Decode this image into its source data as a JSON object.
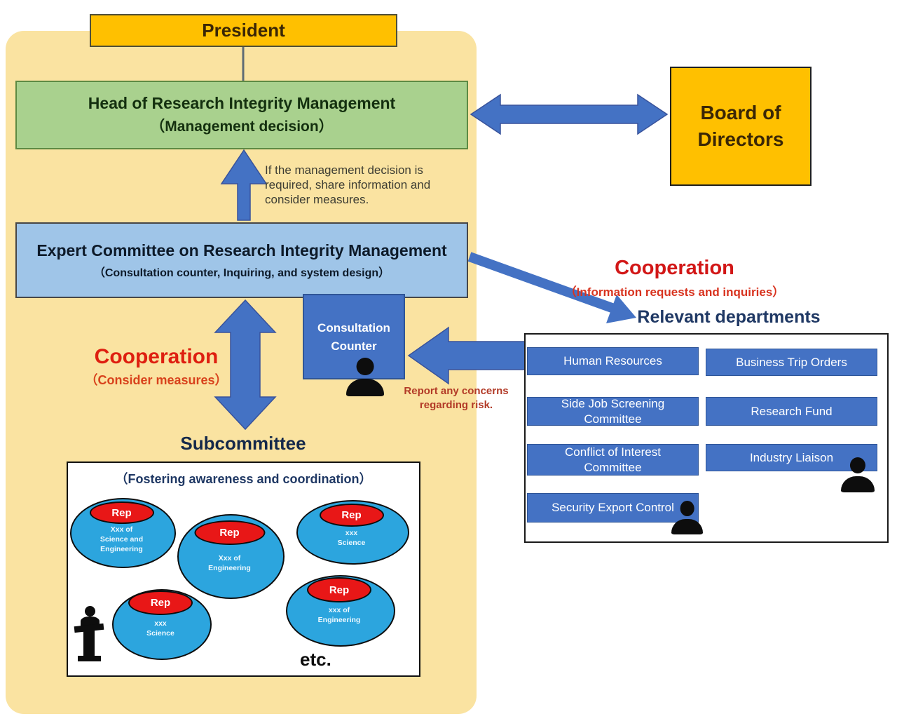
{
  "colors": {
    "panel_yellow": "#FAE3A1",
    "box_orange": "#FFC000",
    "box_green": "#A9D18E",
    "box_lightblue": "#9FC5E8",
    "accent_blue": "#4472C4",
    "oval_cyan": "#2CA5DE",
    "rep_red": "#E81717",
    "cooperation_red": "#D21717",
    "navy_text": "#1F3864"
  },
  "diagram": {
    "president_label": "President",
    "head_box": {
      "title": "Head of Research Integrity Management",
      "subtitle": "（Management decision）"
    },
    "board_label": "Board of Directors",
    "decision_note": "If the management decision is\nrequired, share information and\nconsider measures.",
    "expert_box": {
      "title": "Expert Committee on Research Integrity Management",
      "subtitle": "（Consultation counter, Inquiring, and system design）"
    },
    "consultation_counter_label": "Consultation\nCounter",
    "cooperation_left": {
      "title": "Cooperation",
      "subtitle": "（Consider measures）"
    },
    "cooperation_right": {
      "title": "Cooperation",
      "subtitle": "（Information requests and inquiries）"
    },
    "relevant_departments_label": "Relevant departments",
    "report_note": "Report any concerns\nregarding risk.",
    "departments": [
      "Human Resources",
      "Business Trip Orders",
      "Side Job Screening\nCommittee",
      "Research Fund",
      "Conflict of Interest\nCommittee",
      "Industry Liaison",
      "Security Export Control"
    ],
    "subcommittee": {
      "title": "Subcommittee",
      "subtitle": "（Fostering awareness and coordination）",
      "etc_label": "etc.",
      "groups": [
        {
          "badge": "Rep",
          "label": "Xxx of\nScience and\nEngineering"
        },
        {
          "badge": "Rep",
          "label": "Xxx of\nEngineering"
        },
        {
          "badge": "Rep",
          "label": "xxx\nScience"
        },
        {
          "badge": "Rep",
          "label": "xxx\nScience"
        },
        {
          "badge": "Rep",
          "label": "xxx of\nEngineering"
        }
      ]
    }
  }
}
